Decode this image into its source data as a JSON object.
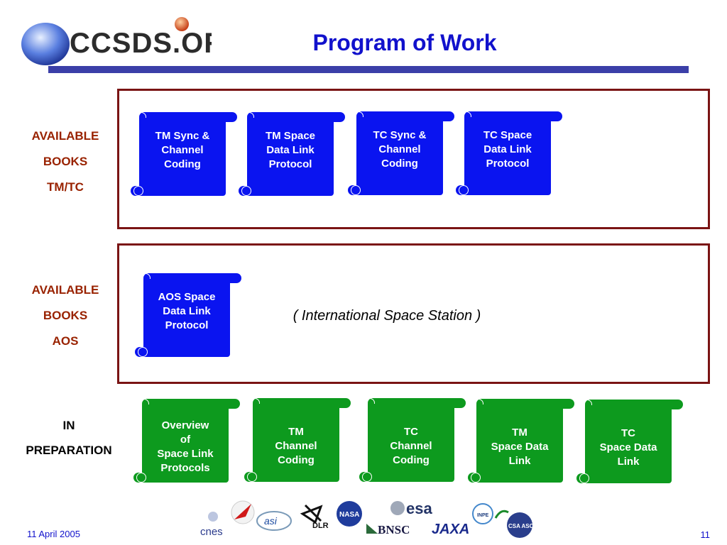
{
  "header": {
    "logo_text": "CCSDS.ORG",
    "title": "Program of Work"
  },
  "sections": [
    {
      "label_lines": [
        "AVAILABLE",
        "BOOKS",
        "TM/TC"
      ],
      "books": [
        "TM Sync &\nChannel\nCoding",
        "TM Space\nData Link\nProtocol",
        "TC Sync &\nChannel\nCoding",
        "TC Space\nData Link\nProtocol"
      ]
    },
    {
      "label_lines": [
        "AVAILABLE",
        "BOOKS",
        "AOS"
      ],
      "books": [
        "AOS Space\nData Link\nProtocol"
      ],
      "note": "( International Space Station )"
    },
    {
      "label_lines": [
        "IN",
        "PREPARATION"
      ],
      "books": [
        "Overview\nof\nSpace Link\nProtocols",
        "TM\nChannel\nCoding",
        "TC\nChannel\nCoding",
        "TM\nSpace Data\nLink",
        "TC\nSpace Data\nLink"
      ]
    }
  ],
  "footer": {
    "date": "11 April 2005",
    "page": "11",
    "agency_logos": [
      "cnes",
      "asi",
      "DLR",
      "NASA",
      "esa",
      "BNSC",
      "JAXA",
      "INPE",
      "CSA ASC"
    ]
  },
  "colors": {
    "title": "#1111cc",
    "frame": "#7a1414",
    "label_red": "#992200",
    "available_book": "#0a14f0",
    "in_preparation_book": "#0d9a1e"
  }
}
